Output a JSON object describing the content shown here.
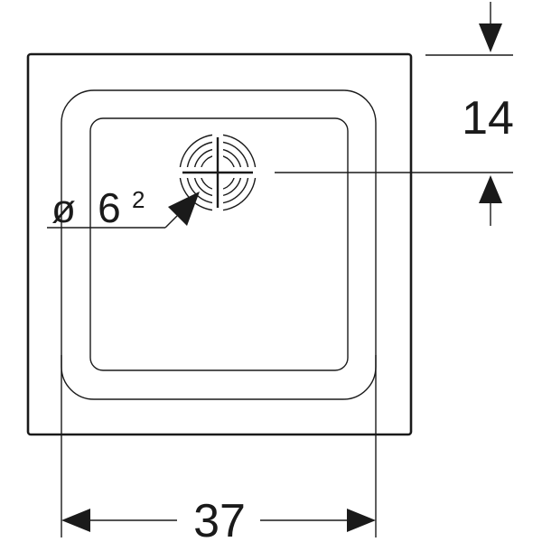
{
  "dimensions": {
    "width_label": "37",
    "depth_label": "14",
    "drain_symbol": "ø",
    "drain_diameter": "6",
    "drain_superscript": "2"
  },
  "colors": {
    "line": "#1a1a1a",
    "background": "#ffffff"
  }
}
